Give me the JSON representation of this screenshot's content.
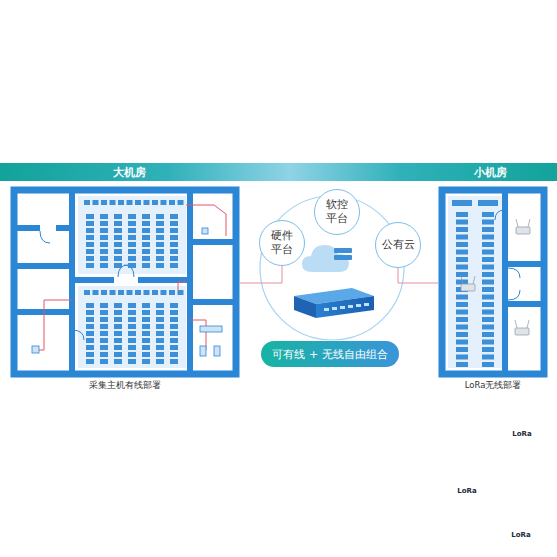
{
  "diagram": {
    "nodes": [
      {
        "text": [
          "大机房",
          "小机房"
        ]
      },
      {
        "text": [
          "采集主机有线部署"
        ]
      },
      {
        "text": [
          "硬件平台"
        ]
      },
      {
        "text": [
          "软控平台"
        ]
      },
      {
        "text": [
          "公有云"
        ]
      },
      {
        "text": [
          "可有线 + 无线自由组合"
        ]
      },
      {
        "text": [
          "LoRa无线部署"
        ]
      },
      {
        "text": [
          "LoRa"
        ],
        "in": 6
      },
      {
        "text": [
          "LoRa"
        ],
        "in": 6
      },
      {
        "text": [
          "LoRa"
        ],
        "in": 6
      }
    ],
    "edges": [
      {
        "from": 1,
        "to": 2,
        "arrow": "none"
      },
      {
        "from": 4,
        "to": 6,
        "arrow": "none"
      }
    ]
  }
}
